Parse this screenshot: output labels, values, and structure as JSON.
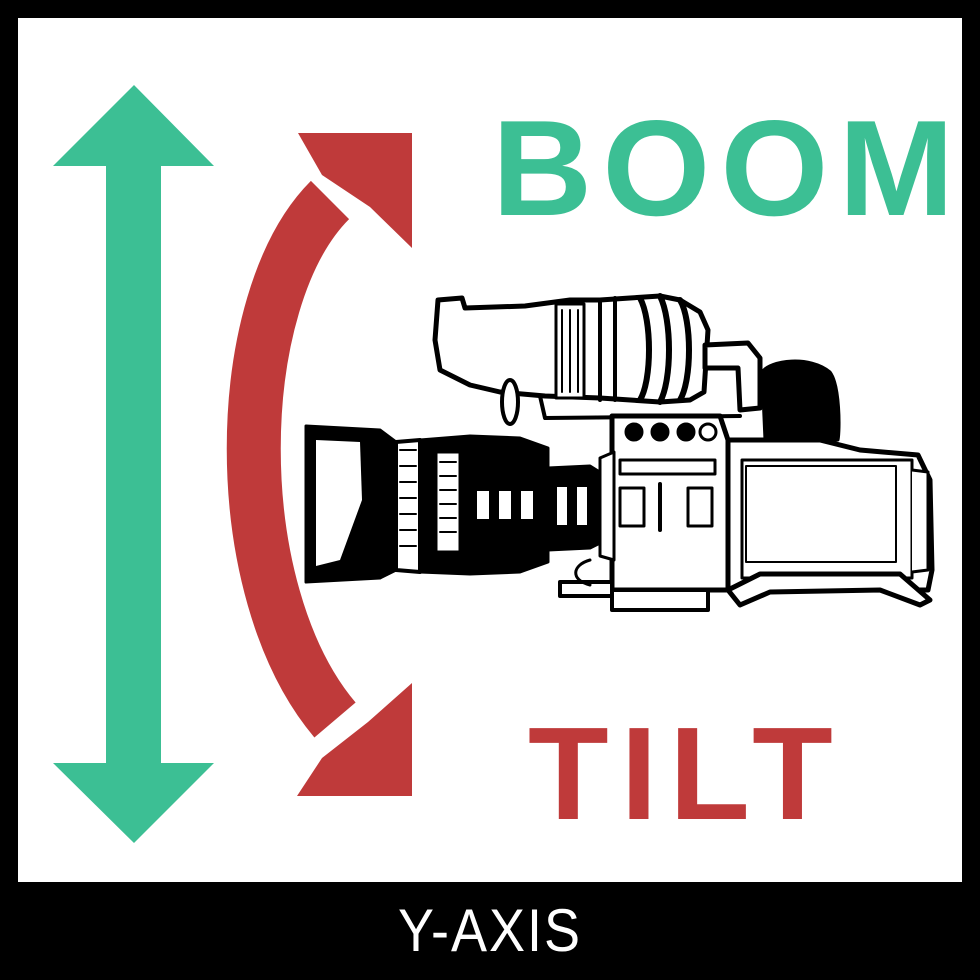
{
  "diagram": {
    "top_label": "BOOM",
    "bottom_label": "TILT",
    "footer_label": "Y-AXIS",
    "colors": {
      "boom_green": "#3CBF94",
      "tilt_red": "#BF3A3A",
      "frame_black": "#000000",
      "panel_white": "#FFFFFF"
    },
    "elements": {
      "vertical_arrow": "double-headed vertical arrow (boom movement)",
      "curved_arrow": "double-headed curved arc arrow (tilt movement)",
      "illustration": "broadcast video camera with zoom lens, viewfinder and shoulder pad"
    }
  }
}
